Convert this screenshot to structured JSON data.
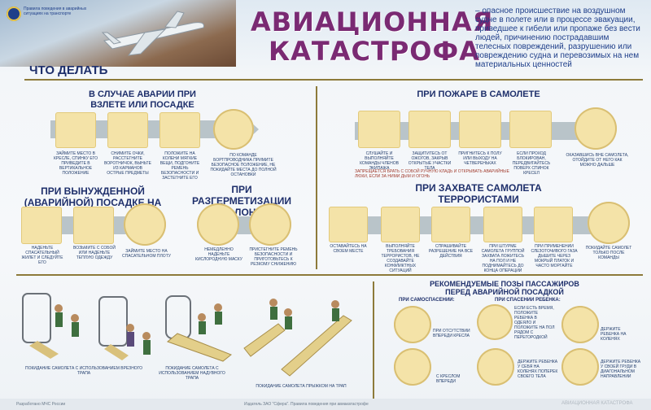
{
  "header": {
    "emblem_text": "Правила поведения в аварийных ситуациях на транспорте",
    "title_line1": "АВИАЦИОННАЯ",
    "title_line2": "КАТАСТРОФА",
    "definition": "– опасное происшествие на воздушном судне в полете или в процессе эвакуации, приведшее к гибели или пропаже без вести людей, причинению пострадавшим телесных повреждений, разрушению или повреждению судна и перевозимых на нем материальных ценностей",
    "what_to_do": "ЧТО ДЕЛАТЬ"
  },
  "sections": {
    "takeoff": {
      "title": "В СЛУЧАЕ АВАРИИ ПРИ ВЗЛЕТЕ ИЛИ ПОСАДКЕ",
      "steps": [
        "Займите место в кресле, спинку его приведите в вертикальное положение",
        "Снимите очки, расстегните воротничок, выньте из карманов острые предметы",
        "Положите на колени мягкие вещи, подгоните ремень безопасности и застегните его",
        "По команде бортпроводника примите безопасное положение, не покидайте места до полной остановки"
      ]
    },
    "fire": {
      "title": "ПРИ ПОЖАРЕ В САМОЛЕТЕ",
      "steps": [
        "Слушайте и выполняйте команды членов экипажа",
        "Защититесь от ожогов, закрыв открытые участки тела",
        "Пригнитесь к полу или выходу на четвереньках",
        "Если проход блокирован, передвигайтесь поверх спинок кресел",
        "Оказавшись вне самолета, отойдите от него как можно дальше"
      ],
      "note": "Запрещается брать с собой ручную кладь и открывать аварийные люки, если за ними дым и огонь"
    },
    "water": {
      "title": "ПРИ ВЫНУЖДЕННОЙ (АВАРИЙНОЙ) ПОСАДКЕ НА ВОДУ",
      "steps": [
        "Наденьте спасательный жилет и следуйте его",
        "Возьмите с собой или наденьте теплую одежду",
        "Займите место на спасательном плоту"
      ]
    },
    "decompression": {
      "title": "ПРИ РАЗГЕРМЕТИЗАЦИИ САЛОНА",
      "steps": [
        "Немедленно наденьте кислородную маску",
        "Пристегните ремень безопасности и приготовьтесь к резкому снижению"
      ]
    },
    "hijack": {
      "title": "ПРИ ЗАХВАТЕ САМОЛЕТА ТЕРРОРИСТАМИ",
      "steps": [
        "Оставайтесь на своем месте",
        "Выполняйте требования террористов, не создавайте конфликтных ситуаций",
        "Спрашивайте разрешение на все действия",
        "При штурме самолета группой захвата ложитесь на пол и не поднимайтесь до конца операции",
        "При применении слезоточивого газа дышите через мокрый платок и часто моргайте",
        "Покидайте самолет только после команды"
      ]
    },
    "evacuation": {
      "captions": [
        "Покидание самолета с использованием врезного трапа",
        "Покидание самолета с использованием надувного трапа",
        "Покидание самолета прыжком на трап"
      ]
    },
    "poses": {
      "title": "РЕКОМЕНДУЕМЫЕ ПОЗЫ ПАССАЖИРОВ ПЕРЕД АВАРИЙНОЙ ПОСАДКОЙ",
      "self_title": "ПРИ САМОСПАСЕНИИ:",
      "child_title": "ПРИ СПАСЕНИИ РЕБЕНКА:",
      "self_items": [
        "При отсутствии впереди кресла",
        "С креслом впереди"
      ],
      "child_items": [
        "Если есть время, положите ребенка в одеяло и положите на пол рядом с перегородкой",
        "Держите ребенка на коленях",
        "Держите ребенка у себя на коленях поперек своего тела",
        "Держите ребенка у своей груди в диагональном направлении"
      ]
    }
  },
  "footer": {
    "left_text": "Разработано МЧС России",
    "center_text": "Издатель ЗАО \"Сфера\". Правила поведения при авиакатастрофе",
    "right_text": "АВИАЦИОННАЯ КАТАСТРОФА"
  },
  "colors": {
    "title": "#7a2a73",
    "heading": "#1e2f6b",
    "tile": "#f4e3a8",
    "band": "#b9c4c9",
    "divider": "#8d7a3a"
  }
}
